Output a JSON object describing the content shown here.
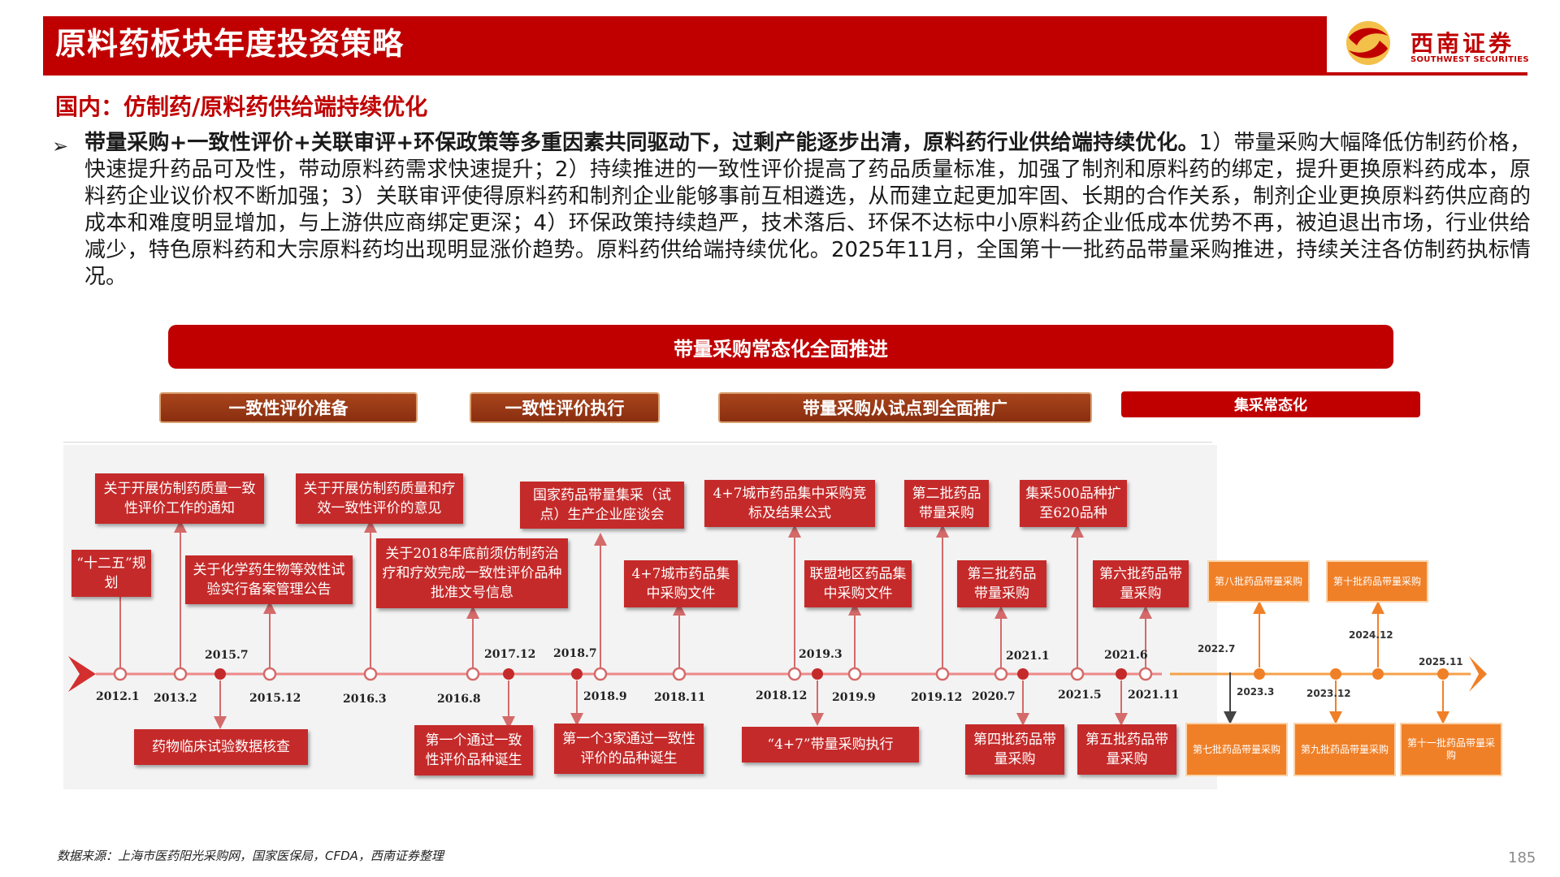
{
  "header": {
    "title": "原料药板块年度投资策略",
    "logo_cn": "西南证券",
    "logo_en": "SOUTHWEST SECURITIES"
  },
  "subtitle": "国内：仿制药/原料药供给端持续优化",
  "body": {
    "bullet": "➢",
    "bold": "带量采购+一致性评价+关联审评+环保政策等多重因素共同驱动下，过剩产能逐步出清，原料药行业供给端持续优化。",
    "text": "1）带量采购大幅降低仿制药价格，快速提升药品可及性，带动原料药需求快速提升；2）持续推进的一致性评价提高了药品质量标准，加强了制剂和原料药的绑定，提升更换原料药成本，原料药企业议价权不断加强；3）关联审评使得原料药和制剂企业能够事前互相遴选，从而建立起更加牢固、长期的合作关系，制剂企业更换原料药供应商的成本和难度明显增加，与上游供应商绑定更深；4）环保政策持续趋严，技术落后、环保不达标中小原料药企业低成本优势不再，被迫退出市场，行业供给减少，特色原料药和大宗原料药均出现明显涨价趋势。原料药供给端持续优化。2025年11月，全国第十一批药品带量采购推进，持续关注各仿制药执标情况。"
  },
  "banner": "带量采购常态化全面推进",
  "phases": [
    "一致性评价准备",
    "一致性评价执行",
    "带量采购从试点到全面推广",
    "集采常态化"
  ],
  "top_boxes": [
    "关于开展仿制药质量一致性评价工作的通知",
    "关于开展仿制药质量和疗效一致性评价的意见",
    "国家药品带量集采（试点）生产企业座谈会",
    "4+7城市药品集中采购竞标及结果公式",
    "第二批药品带量采购",
    "集采500品种扩至620品种",
    "“十二五”规划",
    "关于化学药生物等效性试验实行备案管理公告",
    "关于2018年底前须仿制药治疗和疗效完成一致性评价品种批准文号信息",
    "4+7城市药品集中采购文件",
    "联盟地区药品集中采购文件",
    "第三批药品带量采购",
    "第六批药品带量采购"
  ],
  "bottom_boxes": [
    "药物临床试验数据核查",
    "第一个通过一致性评价品种诞生",
    "第一个3家通过一致性评价的品种诞生",
    "“4+7”带量采购执行",
    "第四批药品带量采购",
    "第五批药品带量采购"
  ],
  "orange_boxes": [
    "第八批药品带量采购",
    "第十批药品带量采购",
    "第七批药品带量采购",
    "第九批药品带量采购",
    "第十一批药品带量采购"
  ],
  "dates_upper": [
    "2015.7",
    "2017.12",
    "2018.7",
    "2019.3",
    "2021.1",
    "2021.6"
  ],
  "dates_lower": [
    "2012.1",
    "2013.2",
    "2015.12",
    "2016.3",
    "2016.8",
    "2018.9",
    "2018.11",
    "2018.12",
    "2019.9",
    "2019.12",
    "2020.7",
    "2021.5",
    "2021.11"
  ],
  "dates_orange": [
    "2022.7",
    "2023.3",
    "2023.12",
    "2024.12",
    "2025.11"
  ],
  "footer": {
    "source": "数据来源：上海市医药阳光采购网，国家医保局，CFDA，西南证券整理",
    "page": "185"
  },
  "colors": {
    "brand_red": "#c00000",
    "box_red": "#c52a2a",
    "orange": "#f08028",
    "phase_brown": "#963818"
  }
}
